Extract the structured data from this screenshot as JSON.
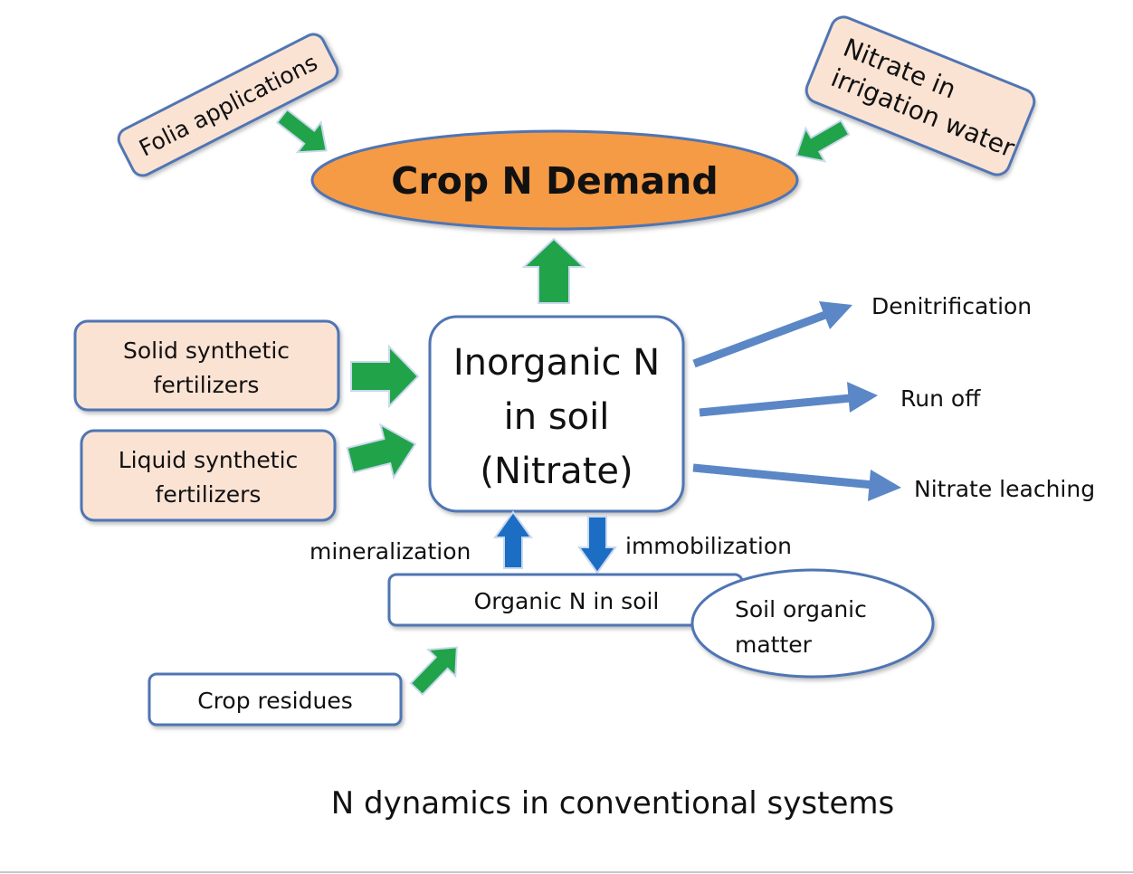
{
  "nodes": {
    "crop_demand": "Crop N Demand",
    "folia": "Folia applications",
    "nitrate_irrigation": [
      "Nitrate in",
      "irrigation water"
    ],
    "solid_fertilizers": [
      "Solid synthetic",
      "fertilizers"
    ],
    "liquid_fertilizers": [
      "Liquid synthetic",
      "fertilizers"
    ],
    "inorganic_n": [
      "Inorganic N",
      "in soil",
      "(Nitrate)"
    ],
    "organic_n": "Organic N in soil",
    "soil_organic_matter": [
      "Soil organic",
      "matter"
    ],
    "crop_residues": "Crop residues"
  },
  "labels": {
    "mineralization": "mineralization",
    "immobilization": "immobilization",
    "denitrification": "Denitrification",
    "run_off": "Run off",
    "nitrate_leaching": "Nitrate leaching"
  },
  "caption": "N dynamics in conventional systems",
  "colors": {
    "box_border": "#4f74b3",
    "peach_fill": "#fbe3d4",
    "orange_fill": "#f59a45",
    "green_arrow": "#21a34a",
    "green_arrow_edge": "#c9d9ee",
    "blue_arrow": "#5b87c6",
    "dark_blue_arrow": "#1c6dc4"
  }
}
